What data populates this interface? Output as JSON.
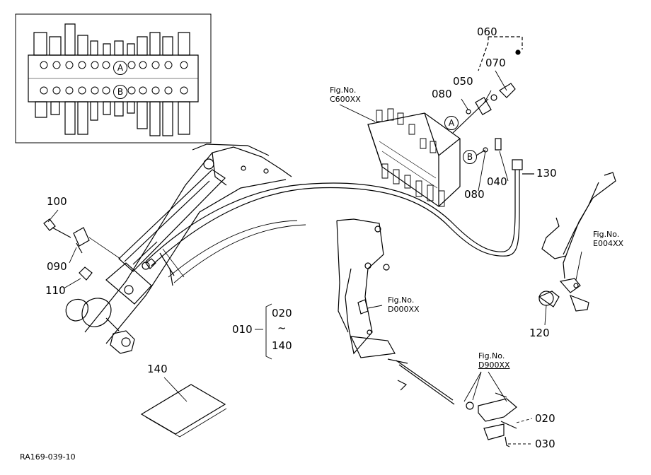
{
  "part_labels": {
    "p060": "060",
    "p070": "070",
    "p050": "050",
    "p080a": "080",
    "p080b": "080",
    "p040": "040",
    "p130": "130",
    "p100": "100",
    "p090": "090",
    "p110": "110",
    "p010": "010",
    "p020a": "020",
    "p140a": "140",
    "p140b": "140",
    "p120": "120",
    "p020b": "020",
    "p030": "030",
    "tilde": "~"
  },
  "fig_refs": {
    "c600": {
      "line1": "Fig.No.",
      "line2": "C600XX"
    },
    "e004": {
      "line1": "Fig.No.",
      "line2": "E004XX"
    },
    "d000": {
      "line1": "Fig.No.",
      "line2": "D000XX"
    },
    "d900": {
      "line1": "Fig.No.",
      "line2": "D900XX"
    }
  },
  "port_markers": {
    "inset_a": "A",
    "inset_b": "B",
    "valve_a": "A",
    "valve_b": "B"
  },
  "footer": {
    "drawing_code": "RA169-039-10"
  }
}
